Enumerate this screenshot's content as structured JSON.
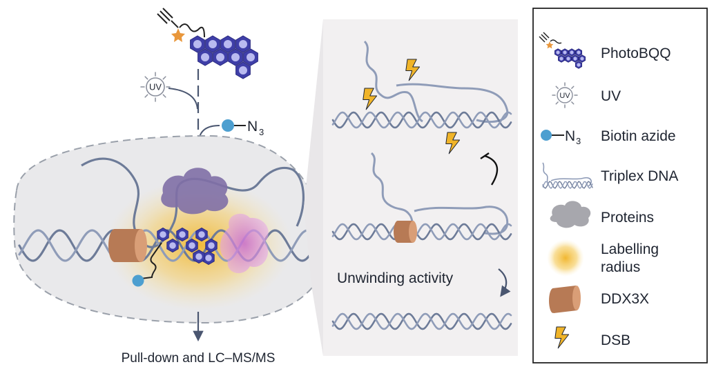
{
  "main_panel": {
    "azide_label": "N",
    "azide_subscript": "3",
    "uv_badge": "UV",
    "bottom_caption": "Pull-down and LC–MS/MS"
  },
  "middle_panel": {
    "unwinding_label": "Unwinding activity"
  },
  "legend": {
    "items": [
      {
        "icon": "photobqq-icon",
        "label": "PhotoBQQ"
      },
      {
        "icon": "uv-icon",
        "label": "UV",
        "badge": "UV"
      },
      {
        "icon": "biotin-azide-icon",
        "label": "Biotin azide",
        "glyph": "N",
        "glyph_sub": "3"
      },
      {
        "icon": "triplex-dna-icon",
        "label": "Triplex DNA"
      },
      {
        "icon": "proteins-icon",
        "label": "Proteins"
      },
      {
        "icon": "labelling-radius-icon",
        "label_lines": [
          "Labelling",
          "radius"
        ]
      },
      {
        "icon": "ddx3x-icon",
        "label": "DDX3X"
      },
      {
        "icon": "dsb-icon",
        "label": "DSB"
      }
    ]
  },
  "colors": {
    "dna": "#8f9cb8",
    "dna_dark": "#6d7b98",
    "arrow": "#4a5670",
    "hex_fill": "#3f3fa8",
    "hex_inner": "#b9baf0",
    "star": "#e9973b",
    "biotin": "#4d9fd0",
    "protein_gray": "#a7a7ad",
    "protein_purple": "#7f6fa6",
    "protein_pink": "#d47ad7",
    "ddx3x": "#b77a55",
    "ddx3x_top": "#d99e77",
    "bolt": "#f0b429",
    "cell_fill": "#eaeaec",
    "panel_fill": "#f2f0f1"
  }
}
